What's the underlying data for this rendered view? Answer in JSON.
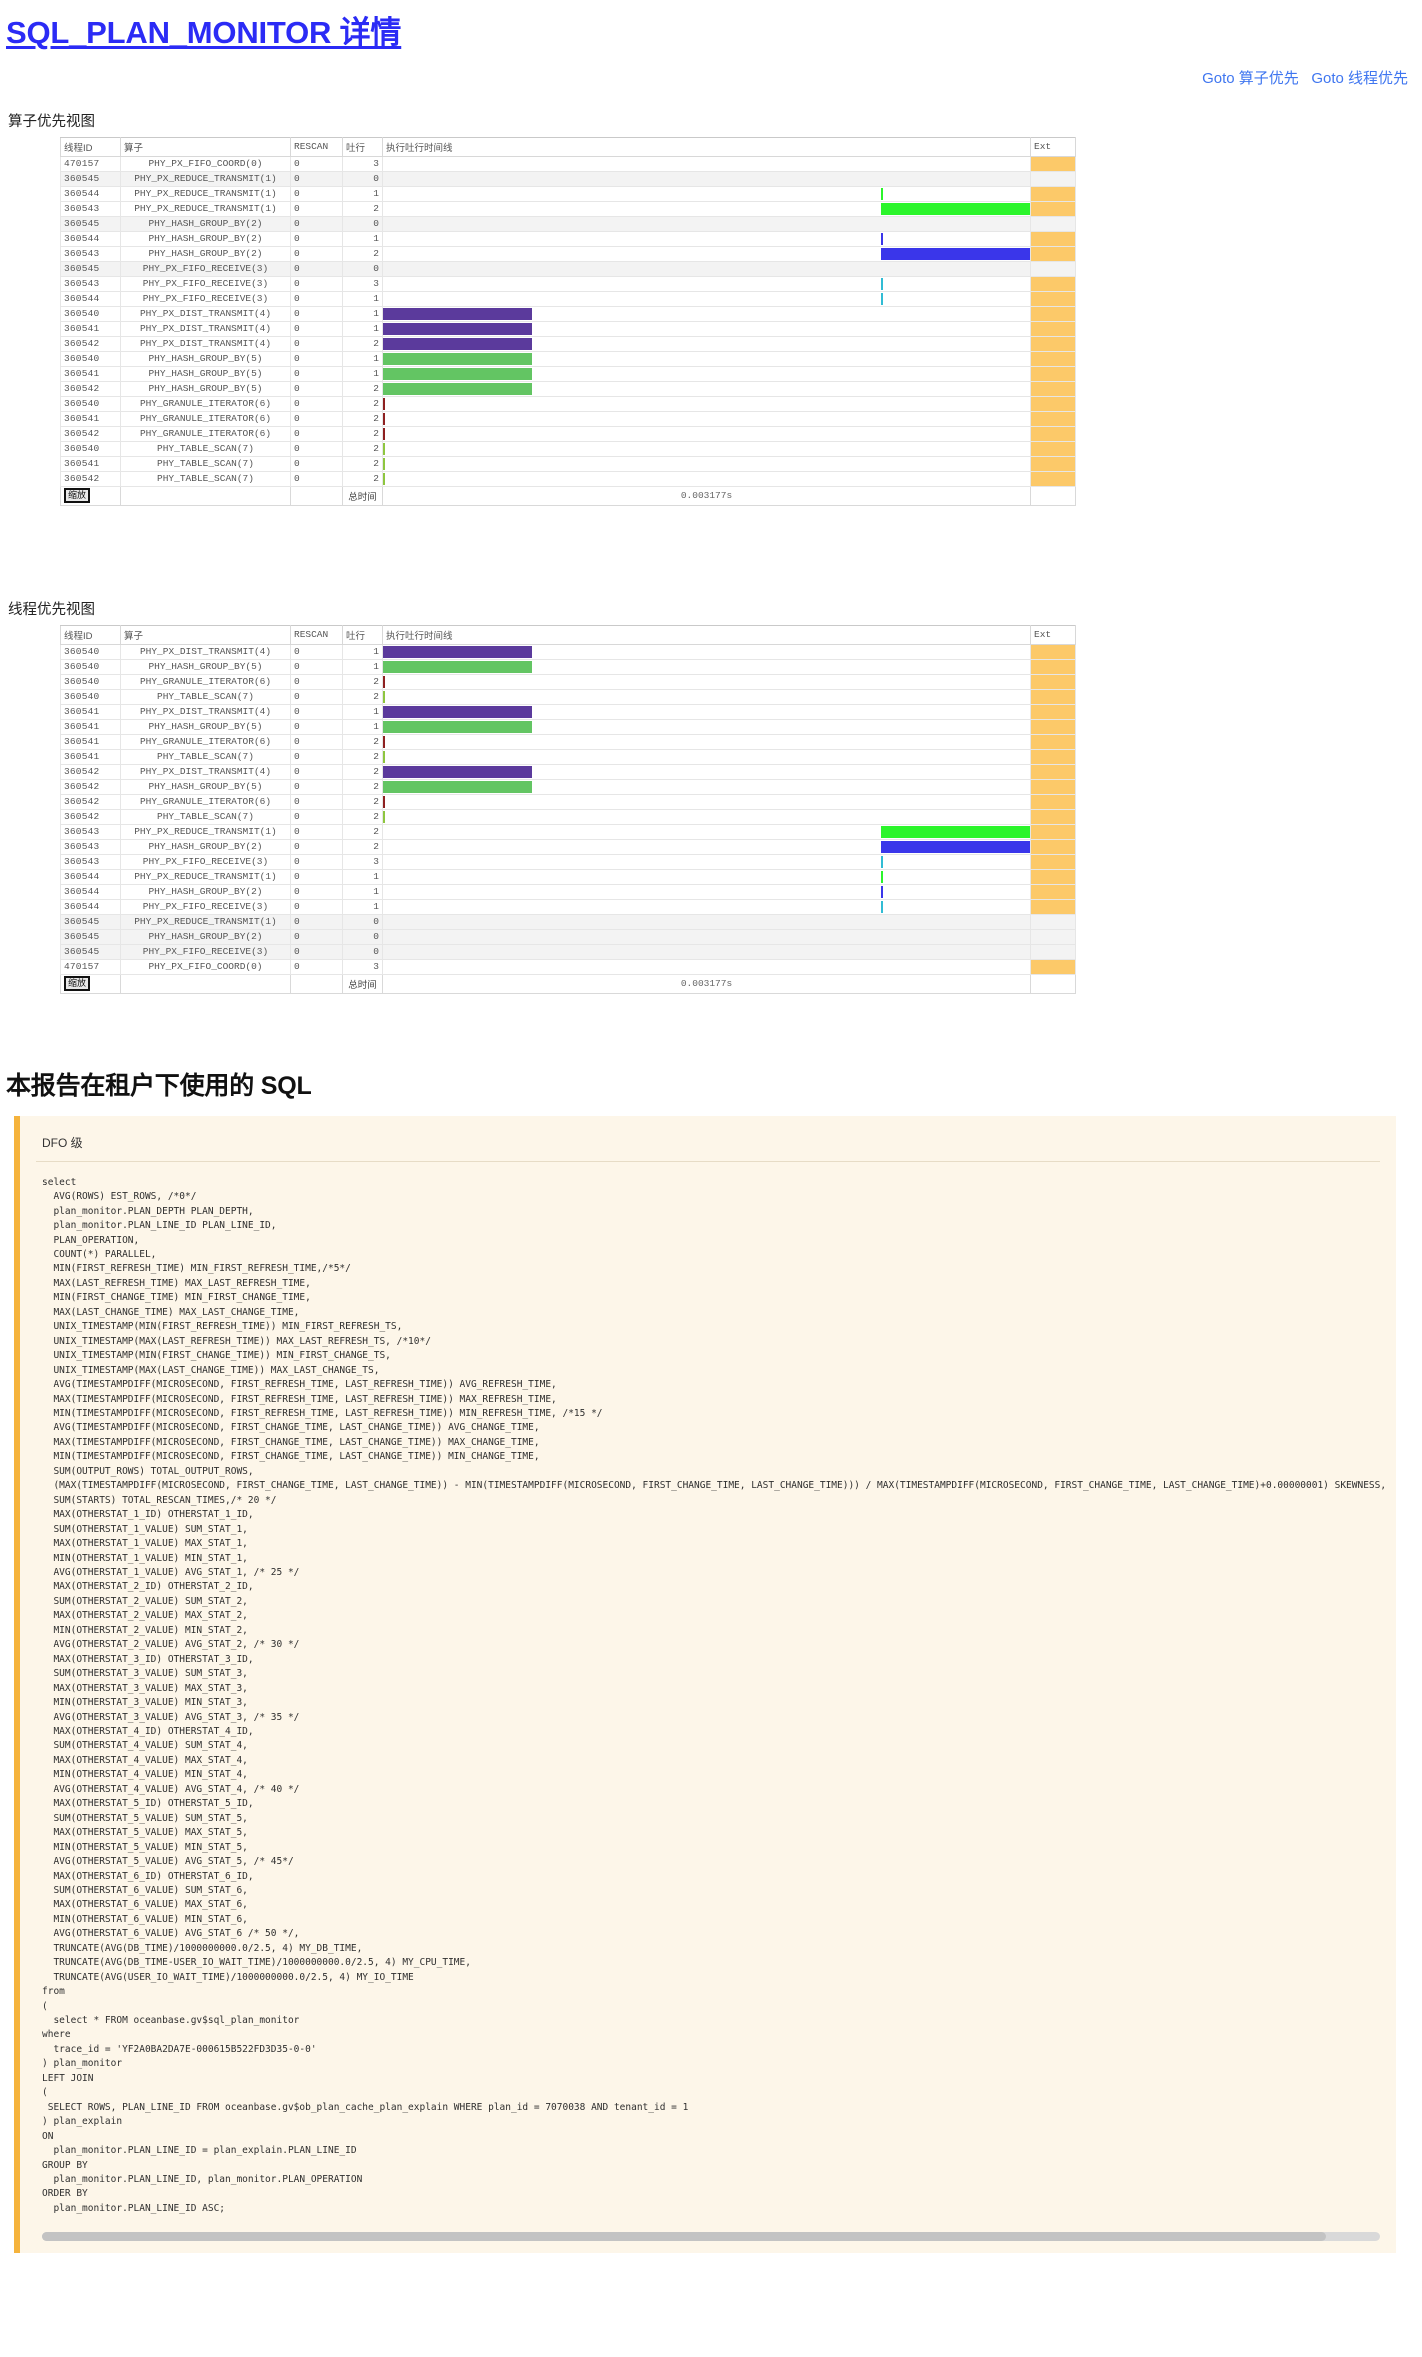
{
  "header": {
    "title": "SQL_PLAN_MONITOR 详情",
    "goto_links": [
      "Goto 算子优先",
      "Goto 线程优先"
    ]
  },
  "sections": {
    "operator_view_label": "算子优先视图",
    "thread_view_label": "线程优先视图",
    "sql_heading": "本报告在租户下使用的 SQL",
    "dfo_label": "DFO 级"
  },
  "table": {
    "columns": [
      "线程ID",
      "算子",
      "RESCAN",
      "吐行",
      "执行吐行时间线",
      "Ext"
    ],
    "zoom_button": "缩放",
    "total_label": "总时间",
    "total_value": "0.003177s"
  },
  "colors": {
    "accent_link": "#3f76f0",
    "title_link": "#2b2bf5",
    "purple": "#5b3a9c",
    "green": "#63c563",
    "bright_green": "#2bf52b",
    "blue": "#3a36ea",
    "cyan": "#31bcd4",
    "dark_red": "#8e2020",
    "olive": "#8ec63f",
    "ext_orange": "#fcc969",
    "sql_card_bg": "#fdf6e9",
    "sql_card_border": "#f5b33c"
  },
  "operator_view_rows": [
    {
      "tid": "470157",
      "op": "PHY_PX_FIFO_COORD(0)",
      "indent": 0,
      "rescan": "0",
      "rows": "3",
      "bar": null,
      "alt": false
    },
    {
      "tid": "360545",
      "op": "PHY_PX_REDUCE_TRANSMIT(1)",
      "indent": 1,
      "rescan": "0",
      "rows": "0",
      "bar": null,
      "alt": true
    },
    {
      "tid": "360544",
      "op": "PHY_PX_REDUCE_TRANSMIT(1)",
      "indent": 1,
      "rescan": "0",
      "rows": "1",
      "bar": {
        "left": 77.0,
        "width": 0.35,
        "color": "#2bf52b"
      },
      "alt": false
    },
    {
      "tid": "360543",
      "op": "PHY_PX_REDUCE_TRANSMIT(1)",
      "indent": 1,
      "rescan": "0",
      "rows": "2",
      "bar": {
        "left": 77.0,
        "width": 23.0,
        "color": "#2bf52b"
      },
      "alt": false
    },
    {
      "tid": "360545",
      "op": "PHY_HASH_GROUP_BY(2)",
      "indent": 2,
      "rescan": "0",
      "rows": "0",
      "bar": null,
      "alt": true
    },
    {
      "tid": "360544",
      "op": "PHY_HASH_GROUP_BY(2)",
      "indent": 2,
      "rescan": "0",
      "rows": "1",
      "bar": {
        "left": 77.0,
        "width": 0.35,
        "color": "#3a36ea"
      },
      "alt": false
    },
    {
      "tid": "360543",
      "op": "PHY_HASH_GROUP_BY(2)",
      "indent": 2,
      "rescan": "0",
      "rows": "2",
      "bar": {
        "left": 77.0,
        "width": 23.0,
        "color": "#3a36ea"
      },
      "alt": false
    },
    {
      "tid": "360545",
      "op": "PHY_PX_FIFO_RECEIVE(3)",
      "indent": 3,
      "rescan": "0",
      "rows": "0",
      "bar": null,
      "alt": true
    },
    {
      "tid": "360543",
      "op": "PHY_PX_FIFO_RECEIVE(3)",
      "indent": 3,
      "rescan": "0",
      "rows": "3",
      "bar": {
        "left": 77.0,
        "width": 0.35,
        "color": "#31bcd4"
      },
      "alt": false
    },
    {
      "tid": "360544",
      "op": "PHY_PX_FIFO_RECEIVE(3)",
      "indent": 3,
      "rescan": "0",
      "rows": "1",
      "bar": {
        "left": 77.0,
        "width": 0.35,
        "color": "#31bcd4"
      },
      "alt": false
    },
    {
      "tid": "360540",
      "op": "PHY_PX_DIST_TRANSMIT(4)",
      "indent": 4,
      "rescan": "0",
      "rows": "1",
      "bar": {
        "left": 0.0,
        "width": 23.0,
        "color": "#5b3a9c"
      },
      "alt": false
    },
    {
      "tid": "360541",
      "op": "PHY_PX_DIST_TRANSMIT(4)",
      "indent": 4,
      "rescan": "0",
      "rows": "1",
      "bar": {
        "left": 0.0,
        "width": 23.0,
        "color": "#5b3a9c"
      },
      "alt": false
    },
    {
      "tid": "360542",
      "op": "PHY_PX_DIST_TRANSMIT(4)",
      "indent": 4,
      "rescan": "0",
      "rows": "2",
      "bar": {
        "left": 0.0,
        "width": 23.0,
        "color": "#5b3a9c"
      },
      "alt": false
    },
    {
      "tid": "360540",
      "op": "PHY_HASH_GROUP_BY(5)",
      "indent": 5,
      "rescan": "0",
      "rows": "1",
      "bar": {
        "left": 0.0,
        "width": 23.0,
        "color": "#63c563"
      },
      "alt": false
    },
    {
      "tid": "360541",
      "op": "PHY_HASH_GROUP_BY(5)",
      "indent": 5,
      "rescan": "0",
      "rows": "1",
      "bar": {
        "left": 0.0,
        "width": 23.0,
        "color": "#63c563"
      },
      "alt": false
    },
    {
      "tid": "360542",
      "op": "PHY_HASH_GROUP_BY(5)",
      "indent": 5,
      "rescan": "0",
      "rows": "2",
      "bar": {
        "left": 0.0,
        "width": 23.0,
        "color": "#63c563"
      },
      "alt": false
    },
    {
      "tid": "360540",
      "op": "PHY_GRANULE_ITERATOR(6)",
      "indent": 6,
      "rescan": "0",
      "rows": "2",
      "bar": {
        "left": 0.0,
        "width": 0.35,
        "color": "#8e2020"
      },
      "alt": false
    },
    {
      "tid": "360541",
      "op": "PHY_GRANULE_ITERATOR(6)",
      "indent": 6,
      "rescan": "0",
      "rows": "2",
      "bar": {
        "left": 0.0,
        "width": 0.35,
        "color": "#8e2020"
      },
      "alt": false
    },
    {
      "tid": "360542",
      "op": "PHY_GRANULE_ITERATOR(6)",
      "indent": 6,
      "rescan": "0",
      "rows": "2",
      "bar": {
        "left": 0.0,
        "width": 0.35,
        "color": "#8e2020"
      },
      "alt": false
    },
    {
      "tid": "360540",
      "op": "PHY_TABLE_SCAN(7)",
      "indent": 7,
      "rescan": "0",
      "rows": "2",
      "bar": {
        "left": 0.0,
        "width": 0.35,
        "color": "#8ec63f"
      },
      "alt": false
    },
    {
      "tid": "360541",
      "op": "PHY_TABLE_SCAN(7)",
      "indent": 7,
      "rescan": "0",
      "rows": "2",
      "bar": {
        "left": 0.0,
        "width": 0.35,
        "color": "#8ec63f"
      },
      "alt": false
    },
    {
      "tid": "360542",
      "op": "PHY_TABLE_SCAN(7)",
      "indent": 7,
      "rescan": "0",
      "rows": "2",
      "bar": {
        "left": 0.0,
        "width": 0.35,
        "color": "#8ec63f"
      },
      "alt": false
    }
  ],
  "thread_view_rows": [
    {
      "tid": "360540",
      "op": "PHY_PX_DIST_TRANSMIT(4)",
      "indent": 4,
      "rescan": "0",
      "rows": "1",
      "bar": {
        "left": 0.0,
        "width": 23.0,
        "color": "#5b3a9c"
      },
      "alt": false
    },
    {
      "tid": "360540",
      "op": "PHY_HASH_GROUP_BY(5)",
      "indent": 5,
      "rescan": "0",
      "rows": "1",
      "bar": {
        "left": 0.0,
        "width": 23.0,
        "color": "#63c563"
      },
      "alt": false
    },
    {
      "tid": "360540",
      "op": "PHY_GRANULE_ITERATOR(6)",
      "indent": 6,
      "rescan": "0",
      "rows": "2",
      "bar": {
        "left": 0.0,
        "width": 0.35,
        "color": "#8e2020"
      },
      "alt": false
    },
    {
      "tid": "360540",
      "op": "PHY_TABLE_SCAN(7)",
      "indent": 7,
      "rescan": "0",
      "rows": "2",
      "bar": {
        "left": 0.0,
        "width": 0.35,
        "color": "#8ec63f"
      },
      "alt": false
    },
    {
      "tid": "360541",
      "op": "PHY_PX_DIST_TRANSMIT(4)",
      "indent": 4,
      "rescan": "0",
      "rows": "1",
      "bar": {
        "left": 0.0,
        "width": 23.0,
        "color": "#5b3a9c"
      },
      "alt": false
    },
    {
      "tid": "360541",
      "op": "PHY_HASH_GROUP_BY(5)",
      "indent": 5,
      "rescan": "0",
      "rows": "1",
      "bar": {
        "left": 0.0,
        "width": 23.0,
        "color": "#63c563"
      },
      "alt": false
    },
    {
      "tid": "360541",
      "op": "PHY_GRANULE_ITERATOR(6)",
      "indent": 6,
      "rescan": "0",
      "rows": "2",
      "bar": {
        "left": 0.0,
        "width": 0.35,
        "color": "#8e2020"
      },
      "alt": false
    },
    {
      "tid": "360541",
      "op": "PHY_TABLE_SCAN(7)",
      "indent": 7,
      "rescan": "0",
      "rows": "2",
      "bar": {
        "left": 0.0,
        "width": 0.35,
        "color": "#8ec63f"
      },
      "alt": false
    },
    {
      "tid": "360542",
      "op": "PHY_PX_DIST_TRANSMIT(4)",
      "indent": 4,
      "rescan": "0",
      "rows": "2",
      "bar": {
        "left": 0.0,
        "width": 23.0,
        "color": "#5b3a9c"
      },
      "alt": false
    },
    {
      "tid": "360542",
      "op": "PHY_HASH_GROUP_BY(5)",
      "indent": 5,
      "rescan": "0",
      "rows": "2",
      "bar": {
        "left": 0.0,
        "width": 23.0,
        "color": "#63c563"
      },
      "alt": false
    },
    {
      "tid": "360542",
      "op": "PHY_GRANULE_ITERATOR(6)",
      "indent": 6,
      "rescan": "0",
      "rows": "2",
      "bar": {
        "left": 0.0,
        "width": 0.35,
        "color": "#8e2020"
      },
      "alt": false
    },
    {
      "tid": "360542",
      "op": "PHY_TABLE_SCAN(7)",
      "indent": 7,
      "rescan": "0",
      "rows": "2",
      "bar": {
        "left": 0.0,
        "width": 0.35,
        "color": "#8ec63f"
      },
      "alt": false
    },
    {
      "tid": "360543",
      "op": "PHY_PX_REDUCE_TRANSMIT(1)",
      "indent": 1,
      "rescan": "0",
      "rows": "2",
      "bar": {
        "left": 77.0,
        "width": 23.0,
        "color": "#2bf52b"
      },
      "alt": false
    },
    {
      "tid": "360543",
      "op": "PHY_HASH_GROUP_BY(2)",
      "indent": 2,
      "rescan": "0",
      "rows": "2",
      "bar": {
        "left": 77.0,
        "width": 23.0,
        "color": "#3a36ea"
      },
      "alt": false
    },
    {
      "tid": "360543",
      "op": "PHY_PX_FIFO_RECEIVE(3)",
      "indent": 3,
      "rescan": "0",
      "rows": "3",
      "bar": {
        "left": 77.0,
        "width": 0.35,
        "color": "#31bcd4"
      },
      "alt": false
    },
    {
      "tid": "360544",
      "op": "PHY_PX_REDUCE_TRANSMIT(1)",
      "indent": 1,
      "rescan": "0",
      "rows": "1",
      "bar": {
        "left": 77.0,
        "width": 0.35,
        "color": "#2bf52b"
      },
      "alt": false
    },
    {
      "tid": "360544",
      "op": "PHY_HASH_GROUP_BY(2)",
      "indent": 2,
      "rescan": "0",
      "rows": "1",
      "bar": {
        "left": 77.0,
        "width": 0.35,
        "color": "#3a36ea"
      },
      "alt": false
    },
    {
      "tid": "360544",
      "op": "PHY_PX_FIFO_RECEIVE(3)",
      "indent": 3,
      "rescan": "0",
      "rows": "1",
      "bar": {
        "left": 77.0,
        "width": 0.35,
        "color": "#31bcd4"
      },
      "alt": false
    },
    {
      "tid": "360545",
      "op": "PHY_PX_REDUCE_TRANSMIT(1)",
      "indent": 1,
      "rescan": "0",
      "rows": "0",
      "bar": null,
      "alt": true
    },
    {
      "tid": "360545",
      "op": "PHY_HASH_GROUP_BY(2)",
      "indent": 2,
      "rescan": "0",
      "rows": "0",
      "bar": null,
      "alt": true
    },
    {
      "tid": "360545",
      "op": "PHY_PX_FIFO_RECEIVE(3)",
      "indent": 3,
      "rescan": "0",
      "rows": "0",
      "bar": null,
      "alt": true
    },
    {
      "tid": "470157",
      "op": "PHY_PX_FIFO_COORD(0)",
      "indent": 0,
      "rescan": "0",
      "rows": "3",
      "bar": null,
      "alt": false
    }
  ],
  "sql_text": "select\n  AVG(ROWS) EST_ROWS, /*0*/\n  plan_monitor.PLAN_DEPTH PLAN_DEPTH,\n  plan_monitor.PLAN_LINE_ID PLAN_LINE_ID,\n  PLAN_OPERATION,\n  COUNT(*) PARALLEL,\n  MIN(FIRST_REFRESH_TIME) MIN_FIRST_REFRESH_TIME,/*5*/\n  MAX(LAST_REFRESH_TIME) MAX_LAST_REFRESH_TIME,\n  MIN(FIRST_CHANGE_TIME) MIN_FIRST_CHANGE_TIME,\n  MAX(LAST_CHANGE_TIME) MAX_LAST_CHANGE_TIME,\n  UNIX_TIMESTAMP(MIN(FIRST_REFRESH_TIME)) MIN_FIRST_REFRESH_TS,\n  UNIX_TIMESTAMP(MAX(LAST_REFRESH_TIME)) MAX_LAST_REFRESH_TS, /*10*/\n  UNIX_TIMESTAMP(MIN(FIRST_CHANGE_TIME)) MIN_FIRST_CHANGE_TS,\n  UNIX_TIMESTAMP(MAX(LAST_CHANGE_TIME)) MAX_LAST_CHANGE_TS,\n  AVG(TIMESTAMPDIFF(MICROSECOND, FIRST_REFRESH_TIME, LAST_REFRESH_TIME)) AVG_REFRESH_TIME,\n  MAX(TIMESTAMPDIFF(MICROSECOND, FIRST_REFRESH_TIME, LAST_REFRESH_TIME)) MAX_REFRESH_TIME,\n  MIN(TIMESTAMPDIFF(MICROSECOND, FIRST_REFRESH_TIME, LAST_REFRESH_TIME)) MIN_REFRESH_TIME, /*15 */\n  AVG(TIMESTAMPDIFF(MICROSECOND, FIRST_CHANGE_TIME, LAST_CHANGE_TIME)) AVG_CHANGE_TIME,\n  MAX(TIMESTAMPDIFF(MICROSECOND, FIRST_CHANGE_TIME, LAST_CHANGE_TIME)) MAX_CHANGE_TIME,\n  MIN(TIMESTAMPDIFF(MICROSECOND, FIRST_CHANGE_TIME, LAST_CHANGE_TIME)) MIN_CHANGE_TIME,\n  SUM(OUTPUT_ROWS) TOTAL_OUTPUT_ROWS,\n  (MAX(TIMESTAMPDIFF(MICROSECOND, FIRST_CHANGE_TIME, LAST_CHANGE_TIME)) - MIN(TIMESTAMPDIFF(MICROSECOND, FIRST_CHANGE_TIME, LAST_CHANGE_TIME))) / MAX(TIMESTAMPDIFF(MICROSECOND, FIRST_CHANGE_TIME, LAST_CHANGE_TIME)+0.00000001) SKEWNESS,\n  SUM(STARTS) TOTAL_RESCAN_TIMES,/* 20 */\n  MAX(OTHERSTAT_1_ID) OTHERSTAT_1_ID,\n  SUM(OTHERSTAT_1_VALUE) SUM_STAT_1,\n  MAX(OTHERSTAT_1_VALUE) MAX_STAT_1,\n  MIN(OTHERSTAT_1_VALUE) MIN_STAT_1,\n  AVG(OTHERSTAT_1_VALUE) AVG_STAT_1, /* 25 */\n  MAX(OTHERSTAT_2_ID) OTHERSTAT_2_ID,\n  SUM(OTHERSTAT_2_VALUE) SUM_STAT_2,\n  MAX(OTHERSTAT_2_VALUE) MAX_STAT_2,\n  MIN(OTHERSTAT_2_VALUE) MIN_STAT_2,\n  AVG(OTHERSTAT_2_VALUE) AVG_STAT_2, /* 30 */\n  MAX(OTHERSTAT_3_ID) OTHERSTAT_3_ID,\n  SUM(OTHERSTAT_3_VALUE) SUM_STAT_3,\n  MAX(OTHERSTAT_3_VALUE) MAX_STAT_3,\n  MIN(OTHERSTAT_3_VALUE) MIN_STAT_3,\n  AVG(OTHERSTAT_3_VALUE) AVG_STAT_3, /* 35 */\n  MAX(OTHERSTAT_4_ID) OTHERSTAT_4_ID,\n  SUM(OTHERSTAT_4_VALUE) SUM_STAT_4,\n  MAX(OTHERSTAT_4_VALUE) MAX_STAT_4,\n  MIN(OTHERSTAT_4_VALUE) MIN_STAT_4,\n  AVG(OTHERSTAT_4_VALUE) AVG_STAT_4, /* 40 */\n  MAX(OTHERSTAT_5_ID) OTHERSTAT_5_ID,\n  SUM(OTHERSTAT_5_VALUE) SUM_STAT_5,\n  MAX(OTHERSTAT_5_VALUE) MAX_STAT_5,\n  MIN(OTHERSTAT_5_VALUE) MIN_STAT_5,\n  AVG(OTHERSTAT_5_VALUE) AVG_STAT_5, /* 45*/\n  MAX(OTHERSTAT_6_ID) OTHERSTAT_6_ID,\n  SUM(OTHERSTAT_6_VALUE) SUM_STAT_6,\n  MAX(OTHERSTAT_6_VALUE) MAX_STAT_6,\n  MIN(OTHERSTAT_6_VALUE) MIN_STAT_6,\n  AVG(OTHERSTAT_6_VALUE) AVG_STAT_6 /* 50 */,\n  TRUNCATE(AVG(DB_TIME)/1000000000.0/2.5, 4) MY_DB_TIME,\n  TRUNCATE(AVG(DB_TIME-USER_IO_WAIT_TIME)/1000000000.0/2.5, 4) MY_CPU_TIME,\n  TRUNCATE(AVG(USER_IO_WAIT_TIME)/1000000000.0/2.5, 4) MY_IO_TIME\nfrom\n(\n  select * FROM oceanbase.gv$sql_plan_monitor\nwhere\n  trace_id = 'YF2A0BA2DA7E-000615B522FD3D35-0-0'\n) plan_monitor\nLEFT JOIN\n(\n SELECT ROWS, PLAN_LINE_ID FROM oceanbase.gv$ob_plan_cache_plan_explain WHERE plan_id = 7070038 AND tenant_id = 1\n) plan_explain\nON\n  plan_monitor.PLAN_LINE_ID = plan_explain.PLAN_LINE_ID\nGROUP BY\n  plan_monitor.PLAN_LINE_ID, plan_monitor.PLAN_OPERATION\nORDER BY\n  plan_monitor.PLAN_LINE_ID ASC;"
}
